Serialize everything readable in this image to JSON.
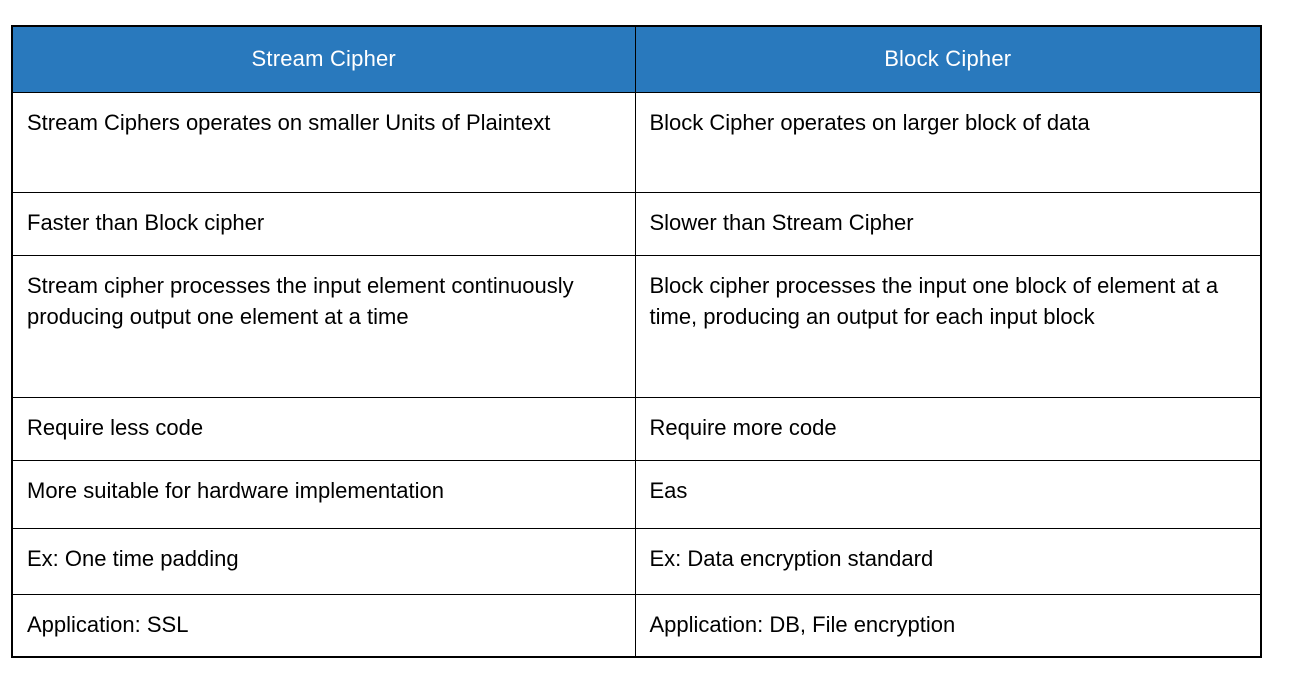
{
  "colors": {
    "header_bg": "#2979bd",
    "header_text": "#ffffff",
    "border": "#000000",
    "cell_text": "#000000",
    "page_bg": "#ffffff"
  },
  "table": {
    "headers": [
      {
        "label": "Stream Cipher"
      },
      {
        "label": "Block Cipher"
      }
    ],
    "rows": [
      {
        "stream": "Stream Ciphers operates on smaller Units of Plaintext",
        "block": "Block Cipher operates on larger block of data"
      },
      {
        "stream": "Faster than Block cipher",
        "block": "Slower than Stream Cipher"
      },
      {
        "stream": "Stream cipher processes the input element continuously producing output one element at a time",
        "block": "Block cipher processes the input one block of element at a time, producing an output for each input block"
      },
      {
        "stream": "Require less code",
        "block": "Require more code"
      },
      {
        "stream": "More suitable for hardware implementation",
        "block": "Eas"
      },
      {
        "stream": "Ex: One time padding",
        "block": "Ex: Data encryption standard"
      },
      {
        "stream": "Application: SSL",
        "block": "Application: DB, File encryption"
      }
    ]
  }
}
